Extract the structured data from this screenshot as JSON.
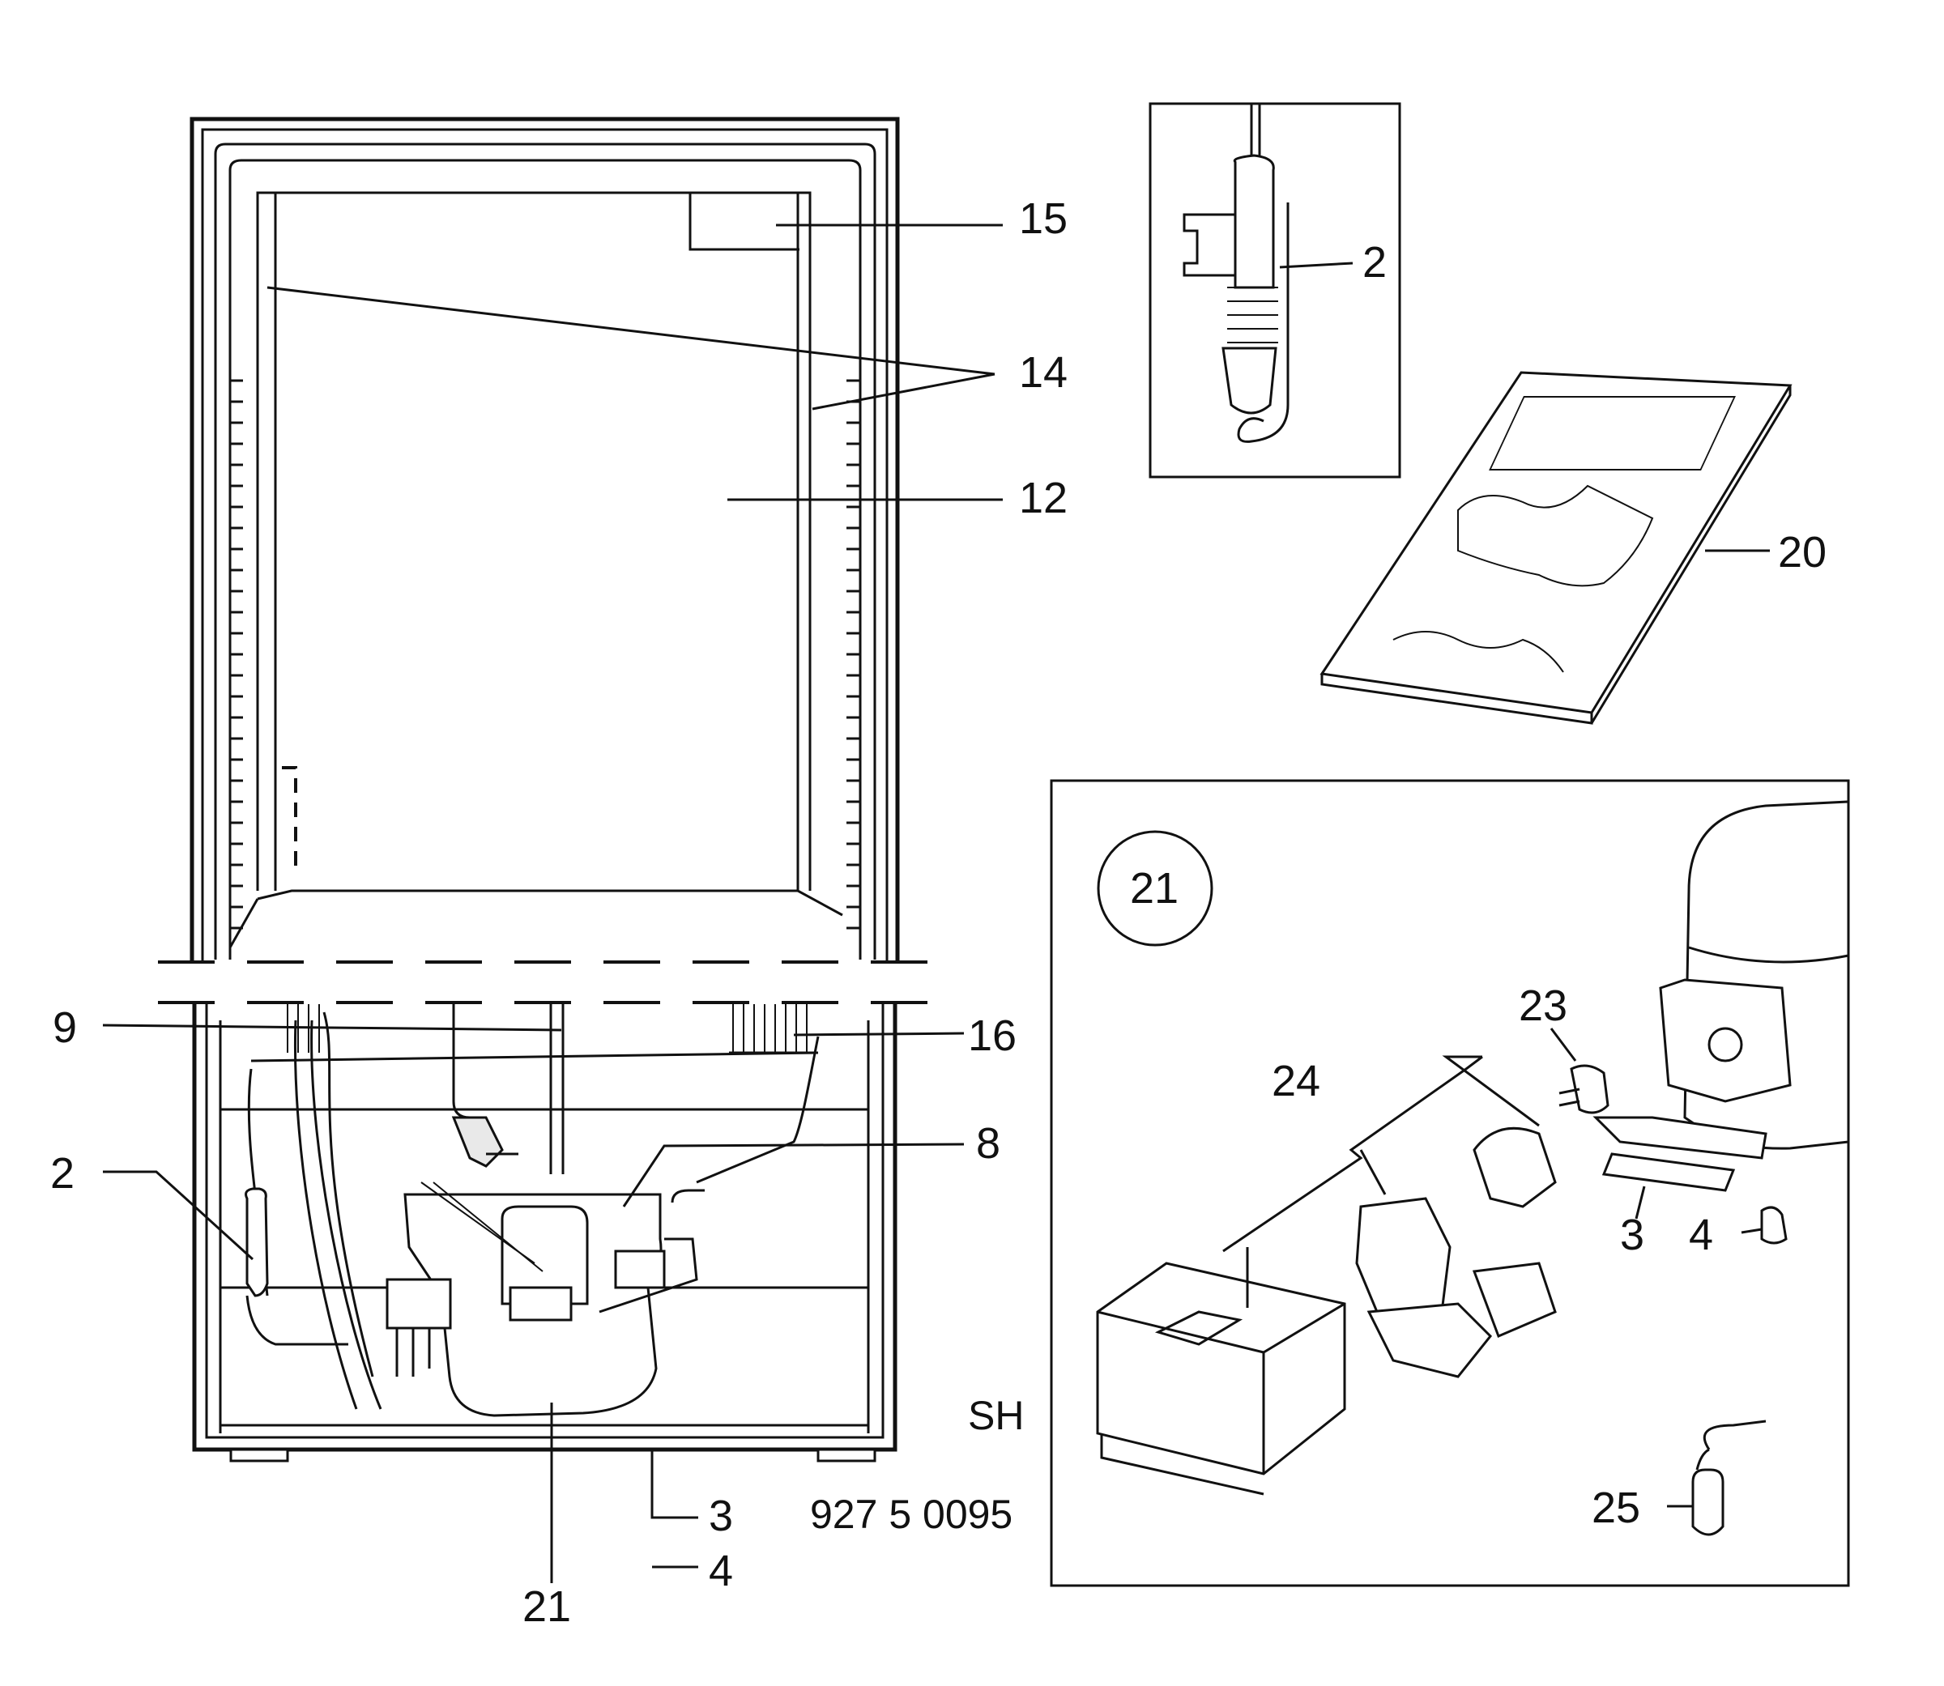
{
  "diagram": {
    "callouts": {
      "fridge_15": "15",
      "fridge_14": "14",
      "fridge_12": "12",
      "fridge_9": "9",
      "fridge_16": "16",
      "fridge_2": "2",
      "fridge_8": "8",
      "fridge_3": "3",
      "fridge_4": "4",
      "fridge_21": "21",
      "sensor_2": "2",
      "manual_20": "20",
      "inset_21_circle": "21",
      "inset_23": "23",
      "inset_24": "24",
      "inset_3": "3",
      "inset_4": "4",
      "inset_25": "25"
    },
    "code_sh": "SH",
    "drawing_number": "927 5 0095"
  }
}
